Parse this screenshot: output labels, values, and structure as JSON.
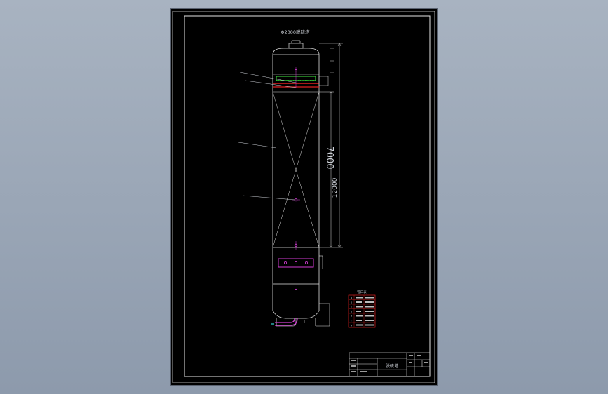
{
  "drawing": {
    "title": "Φ2000脱硫塔",
    "dimensions": {
      "packing_height": "7000",
      "overall_height": "12000"
    },
    "callouts": [
      "",
      "",
      "",
      ""
    ],
    "nozzle_table": {
      "heading": "管口表",
      "rows": [
        {
          "mark": "a",
          "size": "",
          "use": ""
        },
        {
          "mark": "b",
          "size": "",
          "use": ""
        },
        {
          "mark": "c",
          "size": "",
          "use": ""
        },
        {
          "mark": "d",
          "size": "",
          "use": ""
        },
        {
          "mark": "e",
          "size": "",
          "use": ""
        },
        {
          "mark": "f",
          "size": "",
          "use": ""
        },
        {
          "mark": "g",
          "size": "",
          "use": ""
        }
      ]
    },
    "title_block": {
      "name": "脱硫塔"
    }
  },
  "colors": {
    "background": "#000000",
    "lines": "#d8d8d8",
    "accent_red": "#e02020",
    "accent_green": "#35c535",
    "accent_magenta": "#d23cd2",
    "accent_cyan": "#33d6d6",
    "accent_purple": "#9a4cff",
    "accent_yellow": "#e8e830"
  }
}
